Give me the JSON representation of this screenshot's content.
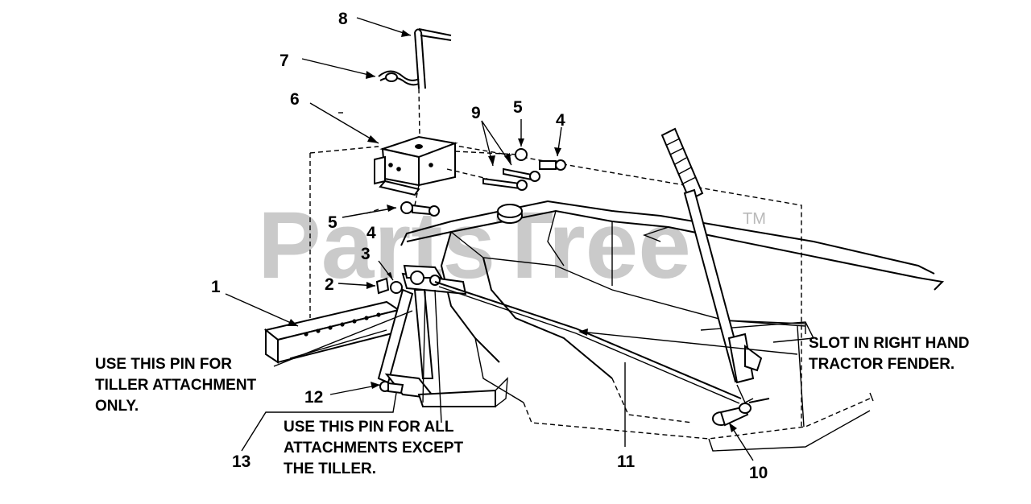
{
  "watermark": {
    "text": "PartsTree",
    "trademark": "TM"
  },
  "callouts": {
    "c1": "1",
    "c2": "2",
    "c3": "3",
    "c4a": "4",
    "c4b": "4",
    "c5a": "5",
    "c5b": "5",
    "c6": "6",
    "c7": "7",
    "c8": "8",
    "c9": "9",
    "c10": "10",
    "c11": "11",
    "c12": "12",
    "c13": "13"
  },
  "notes": {
    "tiller_pin": [
      "USE THIS PIN FOR",
      "TILLER ATTACHMENT",
      "ONLY."
    ],
    "all_pin": [
      "USE THIS PIN FOR ALL",
      "ATTACHMENTS EXCEPT",
      "THE TILLER."
    ],
    "slot": [
      "SLOT IN RIGHT HAND",
      "TRACTOR FENDER."
    ]
  }
}
